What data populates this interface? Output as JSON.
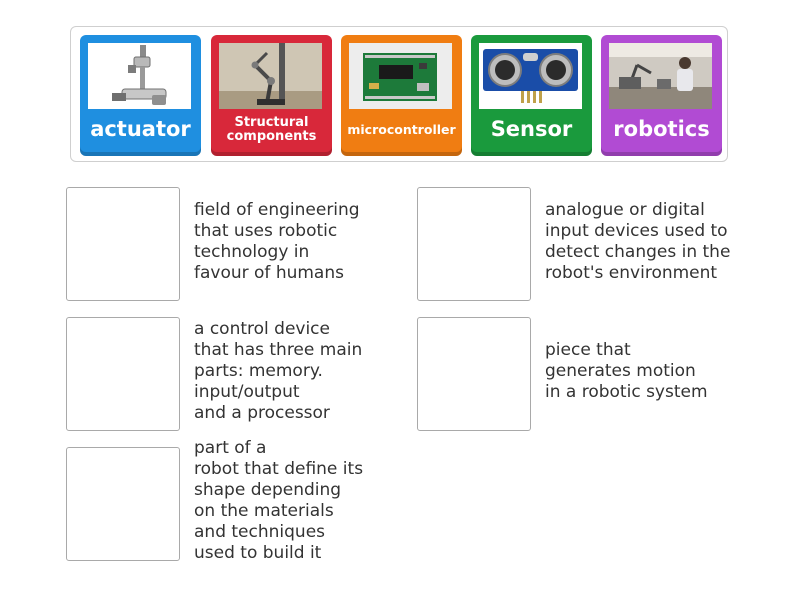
{
  "tiles": [
    {
      "label": "actuator",
      "color": "#1f8fe0",
      "icon": "actuator-image"
    },
    {
      "label": "Structural\ncomponents",
      "color": "#d8283a",
      "icon": "robot-arm-image"
    },
    {
      "label": "microcontroller",
      "color": "#f07d12",
      "icon": "circuit-board-image"
    },
    {
      "label": "Sensor",
      "color": "#1a9a3d",
      "icon": "ultrasonic-sensor-image"
    },
    {
      "label": "robotics",
      "color": "#b14bd3",
      "icon": "robotics-lab-image"
    }
  ],
  "definitions": [
    {
      "text": "field of engineering\nthat uses robotic\ntechnology in\nfavour of humans"
    },
    {
      "text": "analogue or digital\ninput devices used to\ndetect changes in the\nrobot's environment"
    },
    {
      "text": "a control device\nthat has three main\nparts: memory.\ninput/output\nand a processor"
    },
    {
      "text": "piece that\ngenerates motion\nin a robotic system"
    },
    {
      "text": "part of a\nrobot that define its\nshape depending\non the materials\nand techniques\nused to build it"
    }
  ]
}
